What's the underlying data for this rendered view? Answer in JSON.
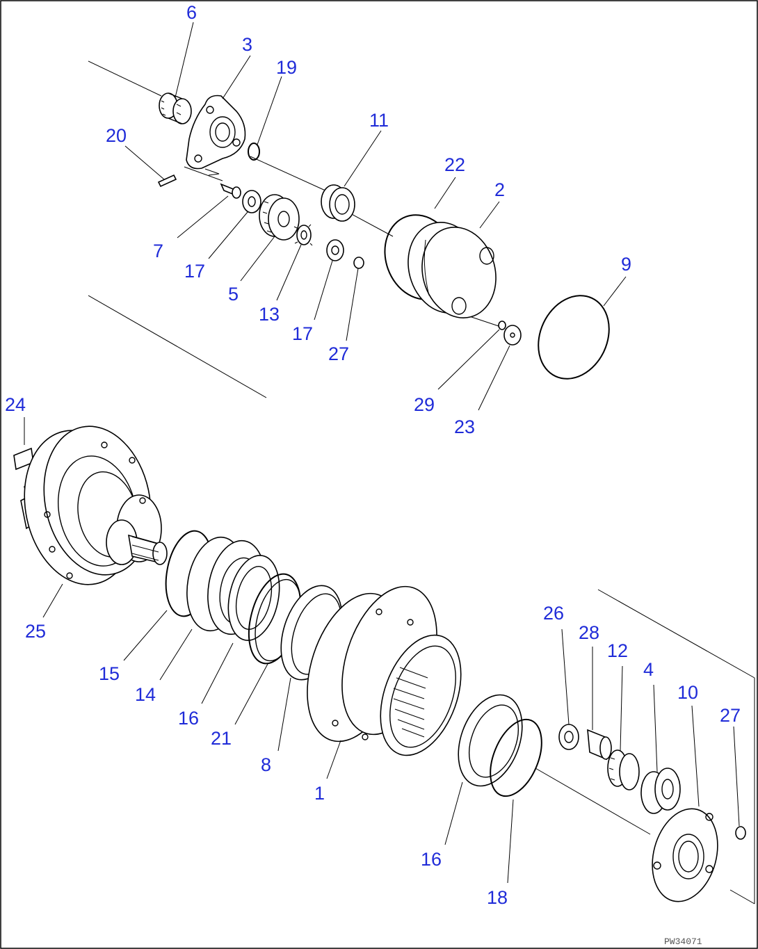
{
  "diagram": {
    "reference_code": "PW34071",
    "callouts": [
      {
        "id": "c6",
        "label": "6"
      },
      {
        "id": "c3",
        "label": "3"
      },
      {
        "id": "c19",
        "label": "19"
      },
      {
        "id": "c20",
        "label": "20"
      },
      {
        "id": "c11",
        "label": "11"
      },
      {
        "id": "c22",
        "label": "22"
      },
      {
        "id": "c2",
        "label": "2"
      },
      {
        "id": "c7",
        "label": "7"
      },
      {
        "id": "c17a",
        "label": "17"
      },
      {
        "id": "c5",
        "label": "5"
      },
      {
        "id": "c13",
        "label": "13"
      },
      {
        "id": "c17b",
        "label": "17"
      },
      {
        "id": "c27a",
        "label": "27"
      },
      {
        "id": "c9",
        "label": "9"
      },
      {
        "id": "c29",
        "label": "29"
      },
      {
        "id": "c23",
        "label": "23"
      },
      {
        "id": "c24",
        "label": "24"
      },
      {
        "id": "c25",
        "label": "25"
      },
      {
        "id": "c15",
        "label": "15"
      },
      {
        "id": "c14",
        "label": "14"
      },
      {
        "id": "c16a",
        "label": "16"
      },
      {
        "id": "c21",
        "label": "21"
      },
      {
        "id": "c8",
        "label": "8"
      },
      {
        "id": "c1",
        "label": "1"
      },
      {
        "id": "c26",
        "label": "26"
      },
      {
        "id": "c28",
        "label": "28"
      },
      {
        "id": "c12",
        "label": "12"
      },
      {
        "id": "c4",
        "label": "4"
      },
      {
        "id": "c10",
        "label": "10"
      },
      {
        "id": "c27b",
        "label": "27"
      },
      {
        "id": "c16b",
        "label": "16"
      },
      {
        "id": "c18",
        "label": "18"
      }
    ]
  }
}
